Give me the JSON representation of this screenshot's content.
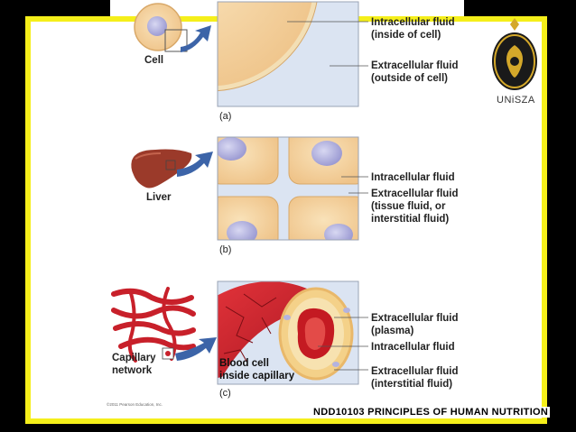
{
  "panel_a": {
    "tag": "(a)",
    "source_label": "Cell",
    "label_top": "Intracellular fluid\n(inside of cell)",
    "label_bottom": "Extracellular fluid\n(outside of cell)"
  },
  "panel_b": {
    "tag": "(b)",
    "source_label": "Liver",
    "label_top": "Intracellular fluid",
    "label_bottom": "Extracellular fluid\n(tissue fluid, or\ninterstitial fluid)"
  },
  "panel_c": {
    "tag": "(c)",
    "source_label": "Capillary\nnetwork",
    "inside_label": "Blood cell\ninside capillary",
    "label_1": "Extracellular fluid\n(plasma)",
    "label_2": "Intracellular fluid",
    "label_3": "Extracellular fluid\n(interstitial fluid)"
  },
  "copyright": "©2011 Pearson Education, Inc.",
  "logo_text": "UNiSZA",
  "footer": "NDD10103 PRINCIPLES OF HUMAN NUTRITION",
  "colors": {
    "frame": "#f5ef1a",
    "cytoplasm": "#f6d8a4",
    "nucleus": "#b4b3df",
    "extracellular": "#dbe4f2",
    "arrow": "#3c64a8",
    "vessel": "#c8202a"
  }
}
